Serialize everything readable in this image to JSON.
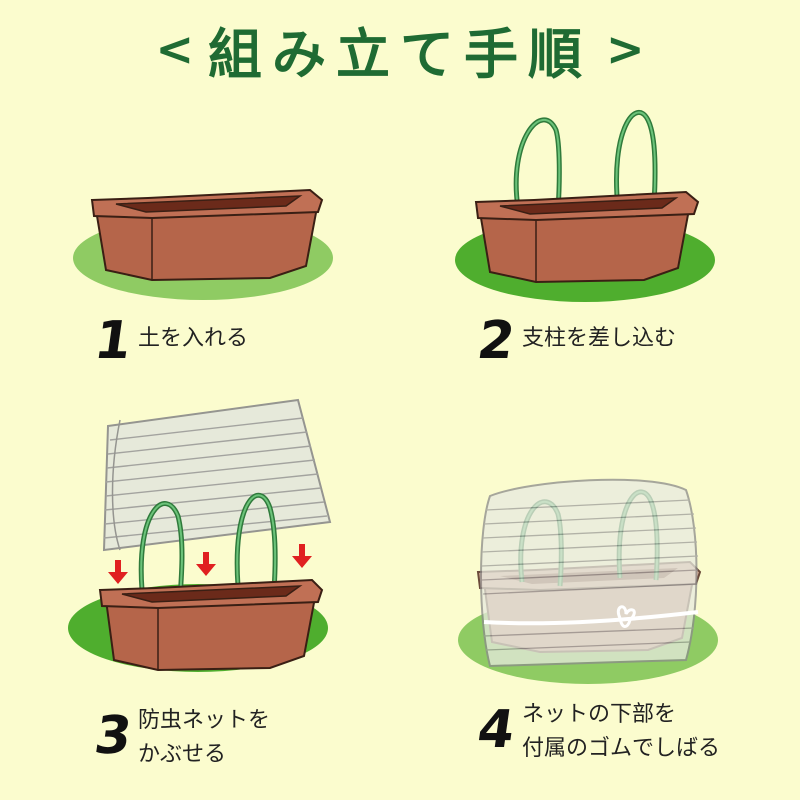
{
  "title": {
    "left_bracket": "<",
    "text": "組み立て手順",
    "right_bracket": ">"
  },
  "steps": [
    {
      "number": "1",
      "lines": [
        "土を入れる"
      ]
    },
    {
      "number": "2",
      "lines": [
        "支柱を差し込む"
      ]
    },
    {
      "number": "3",
      "lines": [
        "防虫ネットを",
        "かぶせる"
      ]
    },
    {
      "number": "4",
      "lines": [
        "ネットの下部を",
        "付属のゴムでしばる"
      ]
    }
  ],
  "colors": {
    "background": "#fbfcce",
    "title": "#1f6b33",
    "grass_light": "#8fcb63",
    "grass_dark": "#4fae2e",
    "planter": "#b5654a",
    "soil": "#6b2a1a",
    "stake": "#3f9a4b",
    "arrow": "#e02020"
  }
}
